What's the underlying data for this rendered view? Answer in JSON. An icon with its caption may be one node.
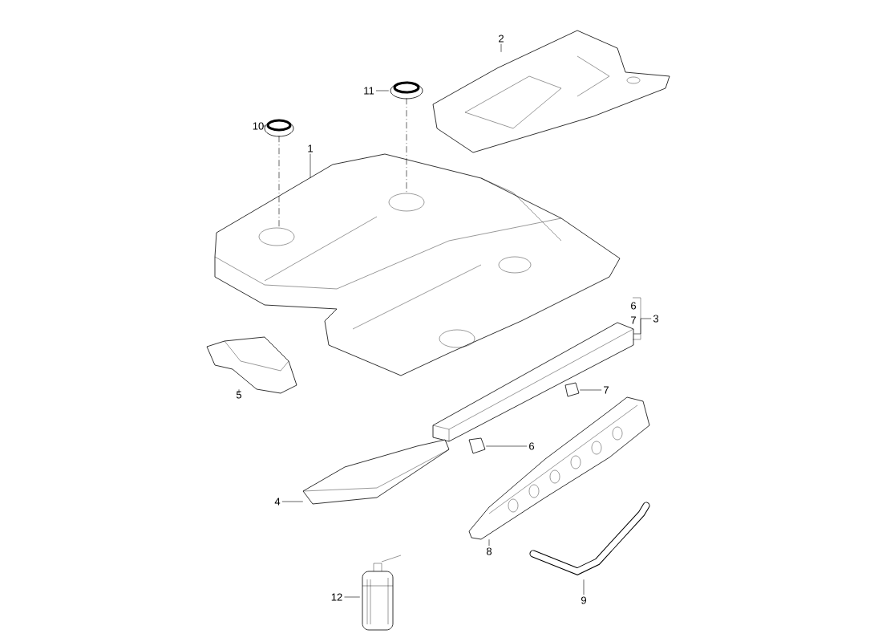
{
  "diagram": {
    "nodes": [
      {
        "text": [
          "1"
        ]
      },
      {
        "text": [
          "2"
        ]
      },
      {
        "text": [
          "3"
        ]
      },
      {
        "text": [
          "4"
        ]
      },
      {
        "text": [
          "5"
        ]
      },
      {
        "text": [
          "6"
        ]
      },
      {
        "text": [
          "7"
        ]
      },
      {
        "text": [
          "8"
        ]
      },
      {
        "text": [
          "9"
        ]
      },
      {
        "text": [
          "10"
        ]
      },
      {
        "text": [
          "11"
        ]
      },
      {
        "text": [
          "12"
        ]
      },
      {
        "text": [],
        "shape": "picture"
      },
      {
        "text": [],
        "shape": "picture"
      },
      {
        "text": [],
        "shape": "picture"
      },
      {
        "text": [],
        "shape": "picture"
      },
      {
        "text": [],
        "shape": "picture"
      },
      {
        "text": [],
        "shape": "picture"
      },
      {
        "text": [],
        "shape": "picture"
      },
      {
        "text": [],
        "shape": "picture"
      },
      {
        "text": [],
        "shape": "picture"
      },
      {
        "text": [],
        "shape": "picture"
      },
      {
        "text": [],
        "shape": "picture"
      },
      {
        "text": [],
        "shape": "picture"
      }
    ],
    "edges": [
      {
        "from": 0,
        "to": 12,
        "arrow": "none"
      },
      {
        "from": 1,
        "to": 13,
        "arrow": "none"
      },
      {
        "from": 2,
        "to": 14,
        "arrow": "none"
      },
      {
        "from": 3,
        "to": 15,
        "arrow": "none"
      },
      {
        "from": 4,
        "to": 16,
        "arrow": "none"
      },
      {
        "from": 5,
        "to": 17,
        "arrow": "none"
      },
      {
        "from": 6,
        "to": 18,
        "arrow": "none"
      },
      {
        "from": 7,
        "to": 19,
        "arrow": "none"
      },
      {
        "from": 8,
        "to": 20,
        "arrow": "none"
      },
      {
        "from": 9,
        "to": 21,
        "arrow": "none"
      },
      {
        "from": 10,
        "to": 22,
        "arrow": "none"
      },
      {
        "from": 11,
        "to": 23,
        "arrow": "none"
      },
      {
        "from": 21,
        "to": 12,
        "arrow": "none",
        "style": "dashed"
      },
      {
        "from": 22,
        "to": 12,
        "arrow": "none",
        "style": "dashed"
      }
    ],
    "labels": [
      "6",
      "7"
    ]
  }
}
